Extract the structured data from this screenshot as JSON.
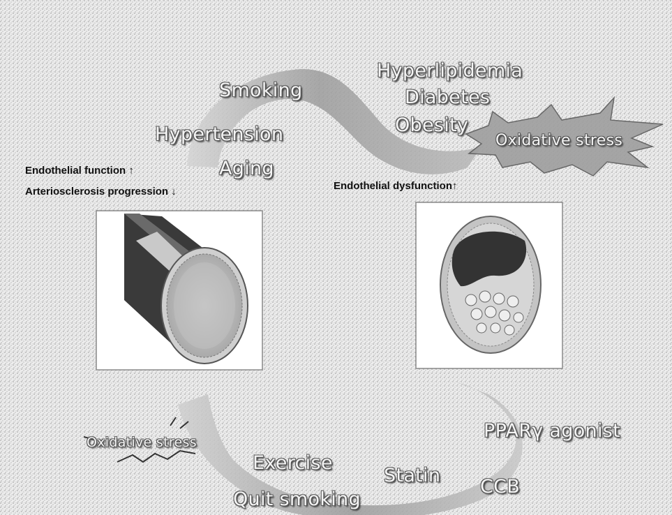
{
  "risk_factors": {
    "smoking": "Smoking",
    "hyperlipidemia": "Hyperlipidemia",
    "diabetes": "Diabetes",
    "obesity": "Obesity",
    "hypertension": "Hypertension",
    "aging": "Aging"
  },
  "oxidative_stress_right": "Oxidative stress",
  "oxidative_stress_left": "Oxidative stress",
  "notes": {
    "endothelial_function": "Endothelial function",
    "endothelial_function_arrow": "↑",
    "arteriosclerosis_progression": "Arteriosclerosis progression",
    "arteriosclerosis_arrow": "↓",
    "endothelial_dysfunction": "Endothelial dysfunction",
    "endothelial_dysfunction_arrow": "↑"
  },
  "interventions": {
    "ppar_agonist": "PPARγ agonist",
    "exercise": "Exercise",
    "statin": "Statin",
    "ccb": "CCB",
    "quit_smoking": "Quit smoking"
  },
  "colors": {
    "background": "#eeeeee",
    "arrow_fill": "#a8a8a8",
    "label_fill": "#f4f4f4",
    "label_outline": "#555555",
    "plaque": "#333333"
  }
}
